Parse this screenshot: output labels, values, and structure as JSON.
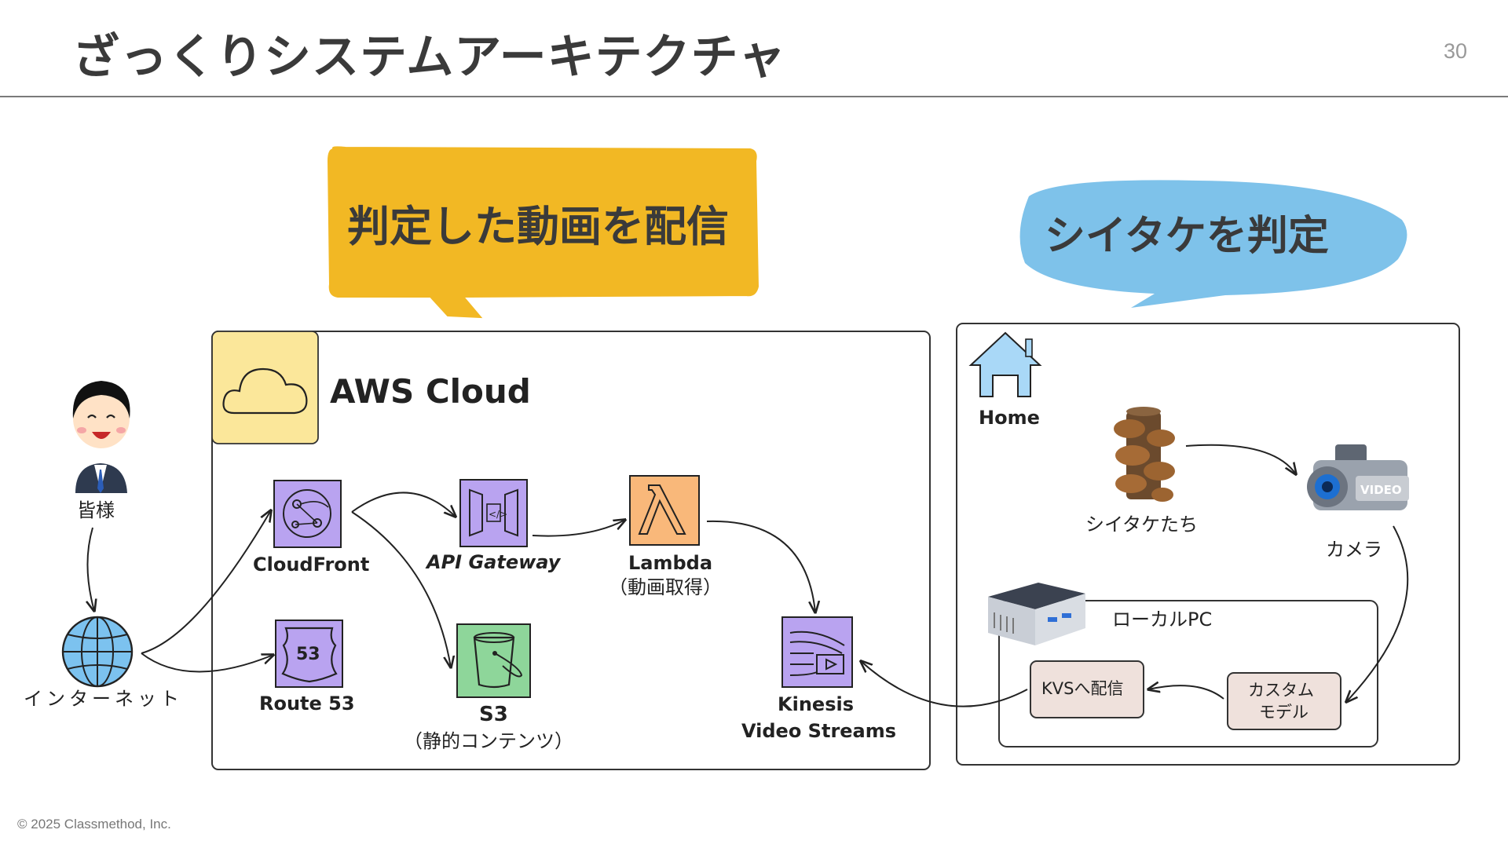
{
  "slide": {
    "title": "ざっくりシステムアーキテクチャ",
    "page_number": "30",
    "footer": "© 2025 Classmethod, Inc."
  },
  "callouts": {
    "left": "判定した動画を配信",
    "right": "シイタケを判定"
  },
  "groups": {
    "aws_cloud": "AWS Cloud",
    "home": "Home",
    "local_pc": "ローカルPC"
  },
  "nodes": {
    "users": "皆様",
    "internet": "インターネット",
    "cloudfront": "CloudFront",
    "route53": "Route 53",
    "route53_badge": "53",
    "api_gateway": "API Gateway",
    "lambda_name": "Lambda",
    "lambda_desc": "（動画取得）",
    "s3_name": "S3",
    "s3_desc": "（静的コンテンツ）",
    "kinesis_line1": "Kinesis",
    "kinesis_line2": "Video Streams",
    "shiitake": "シイタケたち",
    "camera": "カメラ",
    "camera_badge": "VIDEO",
    "kvs_send": "KVSへ配信",
    "custom_model_line1": "カスタム",
    "custom_model_line2": "モデル"
  },
  "colors": {
    "callout_left": "#f2b824",
    "callout_right": "#7ec2ea",
    "aws_cloud_badge": "#fbe79a",
    "cloudfront": "#b9a3f0",
    "api_gateway": "#b9a3f0",
    "route53": "#b9a3f0",
    "kinesis": "#b9a3f0",
    "lambda": "#f9b87a",
    "s3": "#8ed69a",
    "home_icon": "#a9d8f7",
    "local_box": "#efe1dc"
  }
}
